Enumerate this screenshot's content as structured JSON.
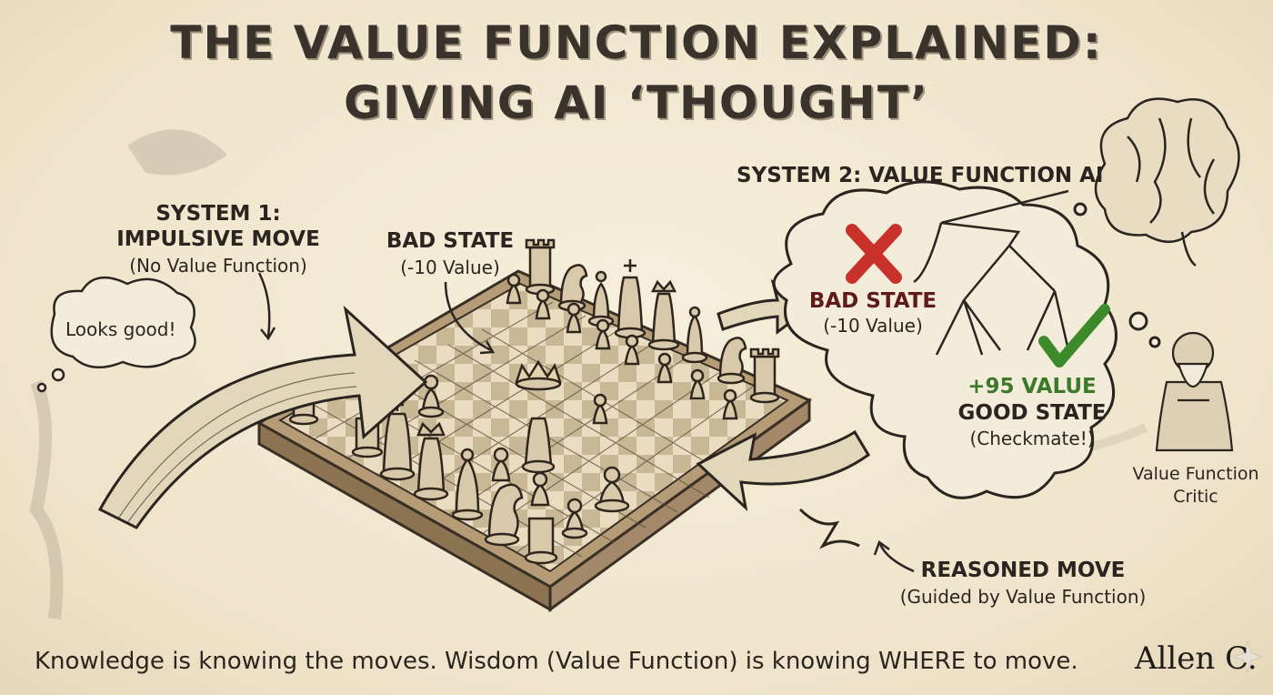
{
  "title": {
    "line1": "THE VALUE FUNCTION EXPLAINED:",
    "line2": "GIVING AI ‘THOUGHT’"
  },
  "system1": {
    "heading1": "SYSTEM 1:",
    "heading2": "IMPULSIVE MOVE",
    "note": "(No Value Function)",
    "bubble": "Looks good!"
  },
  "board_bad_state": {
    "label": "BAD STATE",
    "value": "(-10 Value)"
  },
  "system2": {
    "heading": "SYSTEM 2: VALUE FUNCTION AI",
    "bad_label": "BAD STATE",
    "bad_value": "(-10 Value)",
    "good_score": "+95 VALUE",
    "good_label": "GOOD STATE",
    "good_note": "(Checkmate!)"
  },
  "critic": {
    "line1": "Value Function",
    "line2": "Critic"
  },
  "reasoned_move": {
    "label": "REASONED MOVE",
    "note": "(Guided by Value Function)"
  },
  "footer": {
    "quote": "Knowledge is knowing the moves.   Wisdom (Value Function) is knowing WHERE to move.",
    "signature": "Allen C."
  },
  "colors": {
    "paper": "#f3ead6",
    "ink": "#2b2520",
    "bad_red": "#c8322a",
    "good_green": "#3c8a2a"
  }
}
